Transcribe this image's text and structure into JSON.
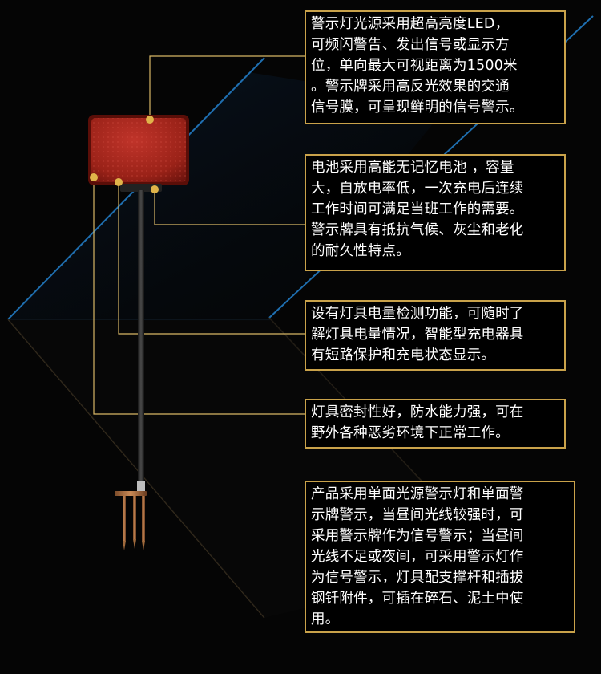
{
  "palette": {
    "background": "#050505",
    "accent_gold": "#c9a24a",
    "leader_line": "#d8b766",
    "marker": "#e0b44a",
    "sign_red": "#a3271d",
    "beam_blue": "#1f6fb0",
    "text": "#ffffff"
  },
  "callouts": [
    {
      "text": "警示灯光源采用超高亮度LED，\n可频闪警告、发出信号或显示方\n位，单向最大可视距离为1500米\n。警示牌采用高反光效果的交通\n信号膜，可呈现鲜明的信号警示。"
    },
    {
      "text": "电池采用高能无记忆电池 ，容量\n大，自放电率低，一次充电后连续\n工作时间可满足当班工作的需要。\n警示牌具有抵抗气候、灰尘和老化\n的耐久性特点。"
    },
    {
      "text": "设有灯具电量检测功能，可随时了\n解灯具电量情况，智能型充电器具\n有短路保护和充电状态显示。"
    },
    {
      "text": "灯具密封性好，防水能力强，可在\n野外各种恶劣环境下正常工作。"
    },
    {
      "text": "产品采用单面光源警示灯和单面警\n示牌警示，当昼间光线较强时，可\n采用警示牌作为信号警示；当昼间\n光线不足或夜间，可采用警示灯作\n为信号警示，灯具配支撑杆和插拔\n钢钎附件，可插在碎石、泥土中使\n用。"
    }
  ]
}
